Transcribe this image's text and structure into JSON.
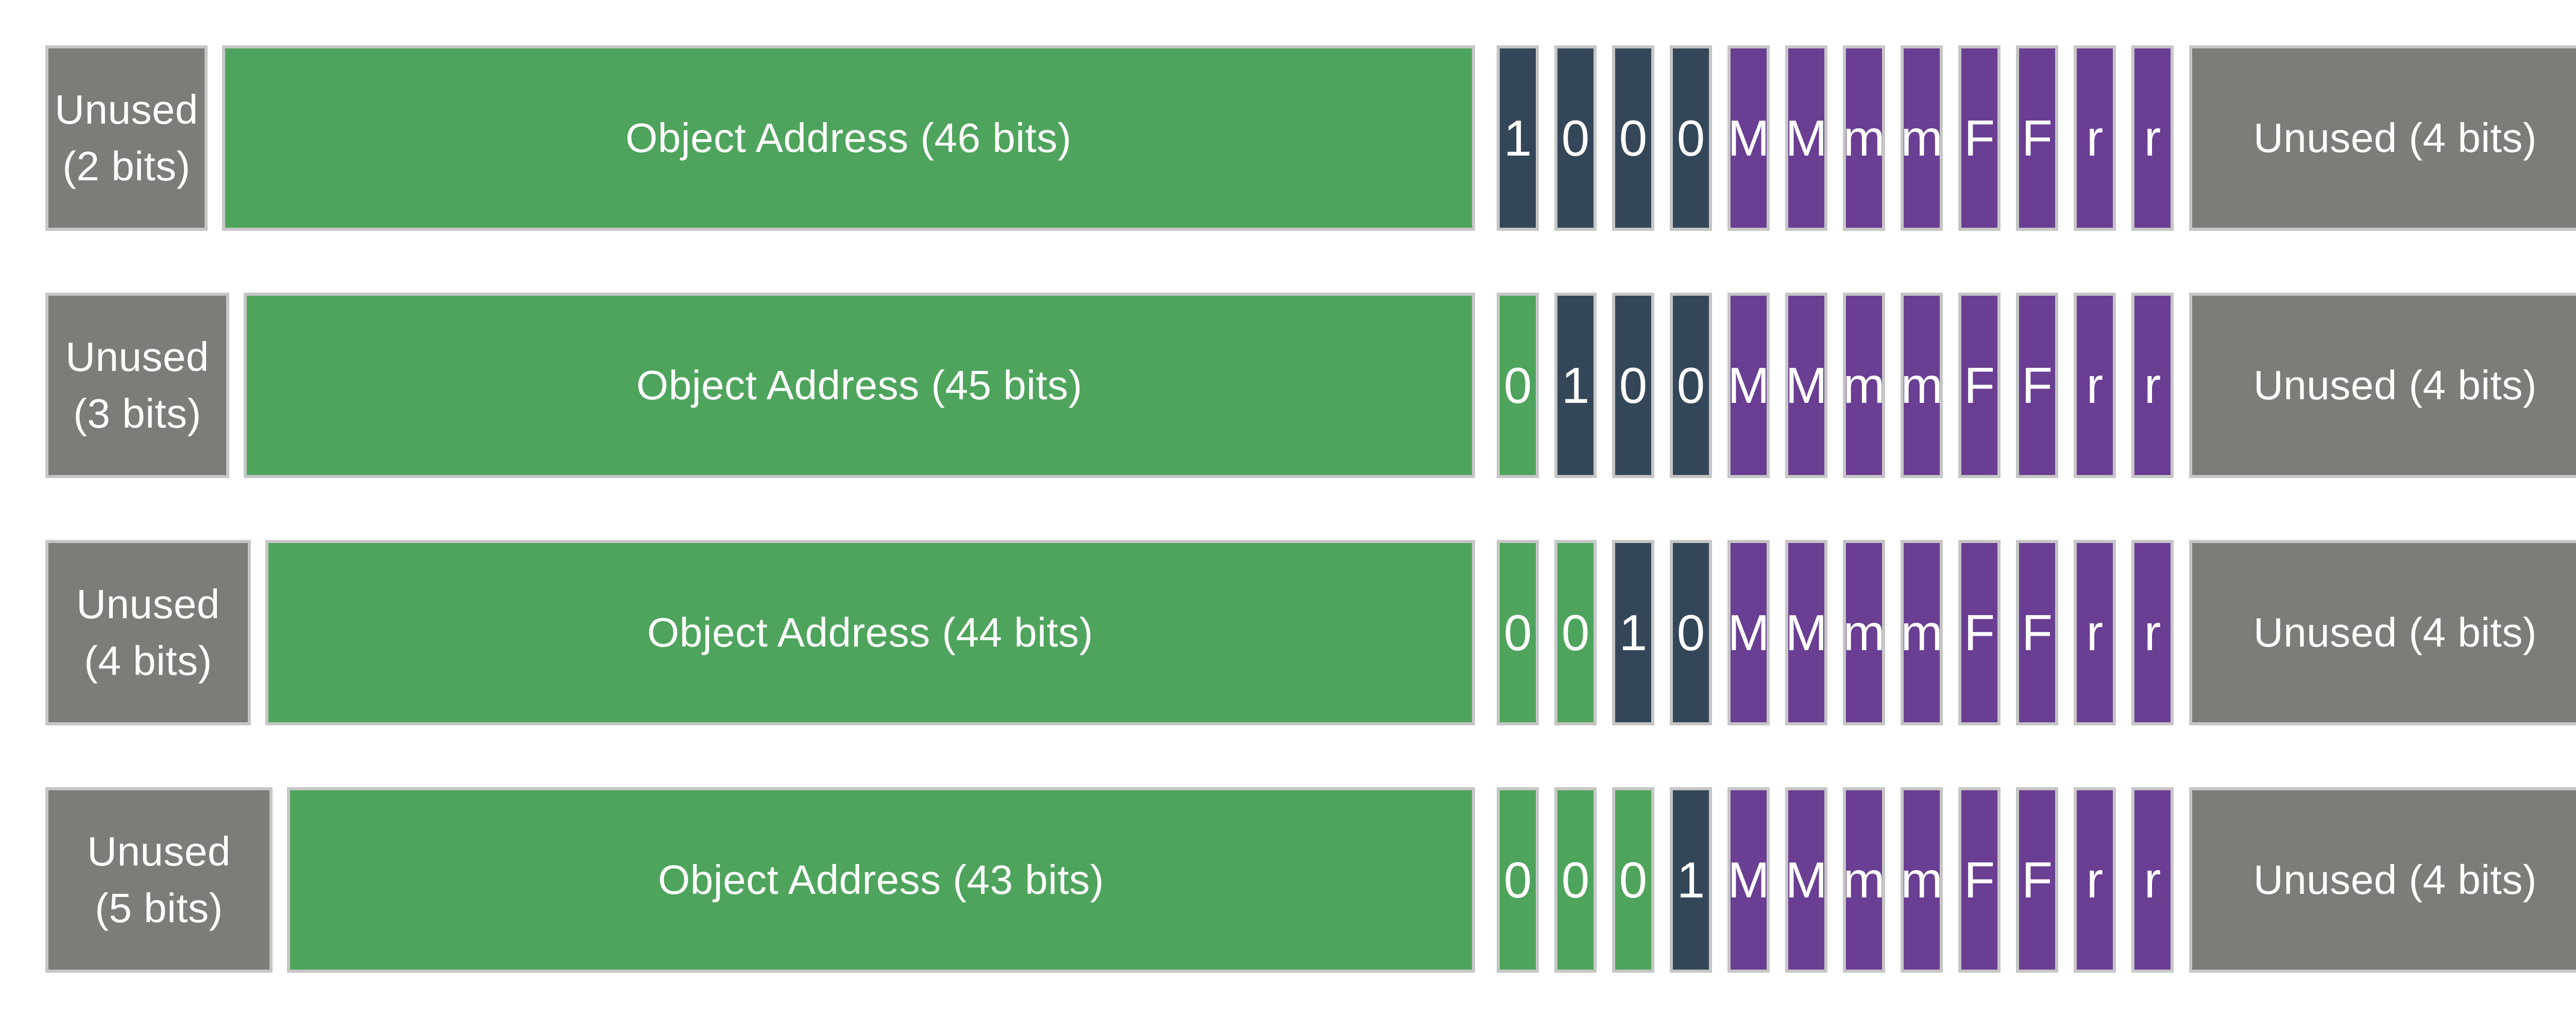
{
  "colors": {
    "background": "#FFFFFF",
    "border": "#C6C6C6",
    "unused_fill": "#7D7C78",
    "address_fill": "#4EA45C",
    "tag_fill": "#344758",
    "meta_fill": "#6A3E92",
    "text": "#FFFFFF"
  },
  "rows": [
    {
      "unused_left_lines": [
        "Unused",
        "(2 bits)"
      ],
      "address_label": "Object Address (46 bits)",
      "bits": [
        {
          "char": "1",
          "role": "tag"
        },
        {
          "char": "0",
          "role": "tag"
        },
        {
          "char": "0",
          "role": "tag"
        },
        {
          "char": "0",
          "role": "tag"
        },
        {
          "char": "M",
          "role": "meta"
        },
        {
          "char": "M",
          "role": "meta"
        },
        {
          "char": "m",
          "role": "meta"
        },
        {
          "char": "m",
          "role": "meta"
        },
        {
          "char": "F",
          "role": "meta"
        },
        {
          "char": "F",
          "role": "meta"
        },
        {
          "char": "r",
          "role": "meta"
        },
        {
          "char": "r",
          "role": "meta"
        }
      ],
      "unused_right_label": "Unused (4 bits)"
    },
    {
      "unused_left_lines": [
        "Unused",
        "(3 bits)"
      ],
      "address_label": "Object Address (45 bits)",
      "bits": [
        {
          "char": "0",
          "role": "address"
        },
        {
          "char": "1",
          "role": "tag"
        },
        {
          "char": "0",
          "role": "tag"
        },
        {
          "char": "0",
          "role": "tag"
        },
        {
          "char": "M",
          "role": "meta"
        },
        {
          "char": "M",
          "role": "meta"
        },
        {
          "char": "m",
          "role": "meta"
        },
        {
          "char": "m",
          "role": "meta"
        },
        {
          "char": "F",
          "role": "meta"
        },
        {
          "char": "F",
          "role": "meta"
        },
        {
          "char": "r",
          "role": "meta"
        },
        {
          "char": "r",
          "role": "meta"
        }
      ],
      "unused_right_label": "Unused (4 bits)"
    },
    {
      "unused_left_lines": [
        "Unused",
        "(4 bits)"
      ],
      "address_label": "Object Address (44 bits)",
      "bits": [
        {
          "char": "0",
          "role": "address"
        },
        {
          "char": "0",
          "role": "address"
        },
        {
          "char": "1",
          "role": "tag"
        },
        {
          "char": "0",
          "role": "tag"
        },
        {
          "char": "M",
          "role": "meta"
        },
        {
          "char": "M",
          "role": "meta"
        },
        {
          "char": "m",
          "role": "meta"
        },
        {
          "char": "m",
          "role": "meta"
        },
        {
          "char": "F",
          "role": "meta"
        },
        {
          "char": "F",
          "role": "meta"
        },
        {
          "char": "r",
          "role": "meta"
        },
        {
          "char": "r",
          "role": "meta"
        }
      ],
      "unused_right_label": "Unused (4 bits)"
    },
    {
      "unused_left_lines": [
        "Unused",
        "(5 bits)"
      ],
      "address_label": "Object Address (43 bits)",
      "bits": [
        {
          "char": "0",
          "role": "address"
        },
        {
          "char": "0",
          "role": "address"
        },
        {
          "char": "0",
          "role": "address"
        },
        {
          "char": "1",
          "role": "tag"
        },
        {
          "char": "M",
          "role": "meta"
        },
        {
          "char": "M",
          "role": "meta"
        },
        {
          "char": "m",
          "role": "meta"
        },
        {
          "char": "m",
          "role": "meta"
        },
        {
          "char": "F",
          "role": "meta"
        },
        {
          "char": "F",
          "role": "meta"
        },
        {
          "char": "r",
          "role": "meta"
        },
        {
          "char": "r",
          "role": "meta"
        }
      ],
      "unused_right_label": "Unused (4 bits)"
    }
  ]
}
